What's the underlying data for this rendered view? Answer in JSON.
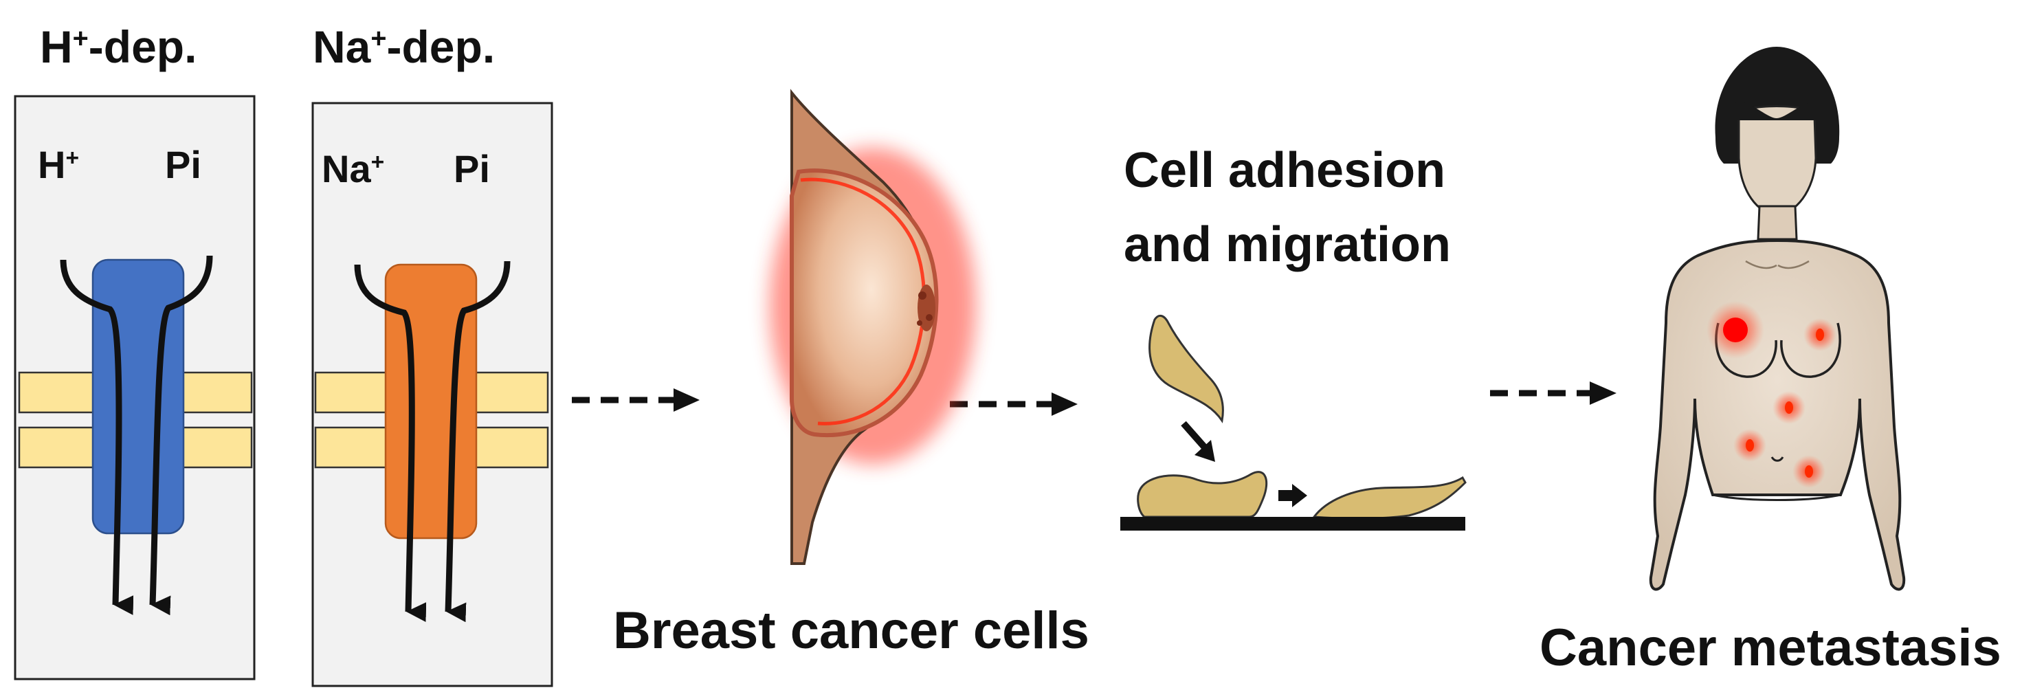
{
  "panels": {
    "h_dep": {
      "heading_base": "H",
      "heading_sup": "+",
      "heading_rest": "-dep.",
      "ion_base": "H",
      "ion_sup": "+",
      "substrate": "Pi",
      "transporter_color": "#4472c4"
    },
    "na_dep": {
      "heading_base": "Na",
      "heading_sup": "+",
      "heading_rest": "-dep.",
      "ion_base": "Na",
      "ion_sup": "+",
      "substrate": "Pi",
      "transporter_color": "#ed7d31"
    }
  },
  "membrane_color": "#fde599",
  "panel_bg_color": "#f2f2f2",
  "cell_color": "#d8bc72",
  "tumor_color": "#ff0000",
  "stages": {
    "breast_caption": "Breast cancer cells",
    "adhesion_caption_line1": "Cell adhesion",
    "adhesion_caption_line2": "and migration",
    "metastasis_caption": "Cancer metastasis"
  }
}
